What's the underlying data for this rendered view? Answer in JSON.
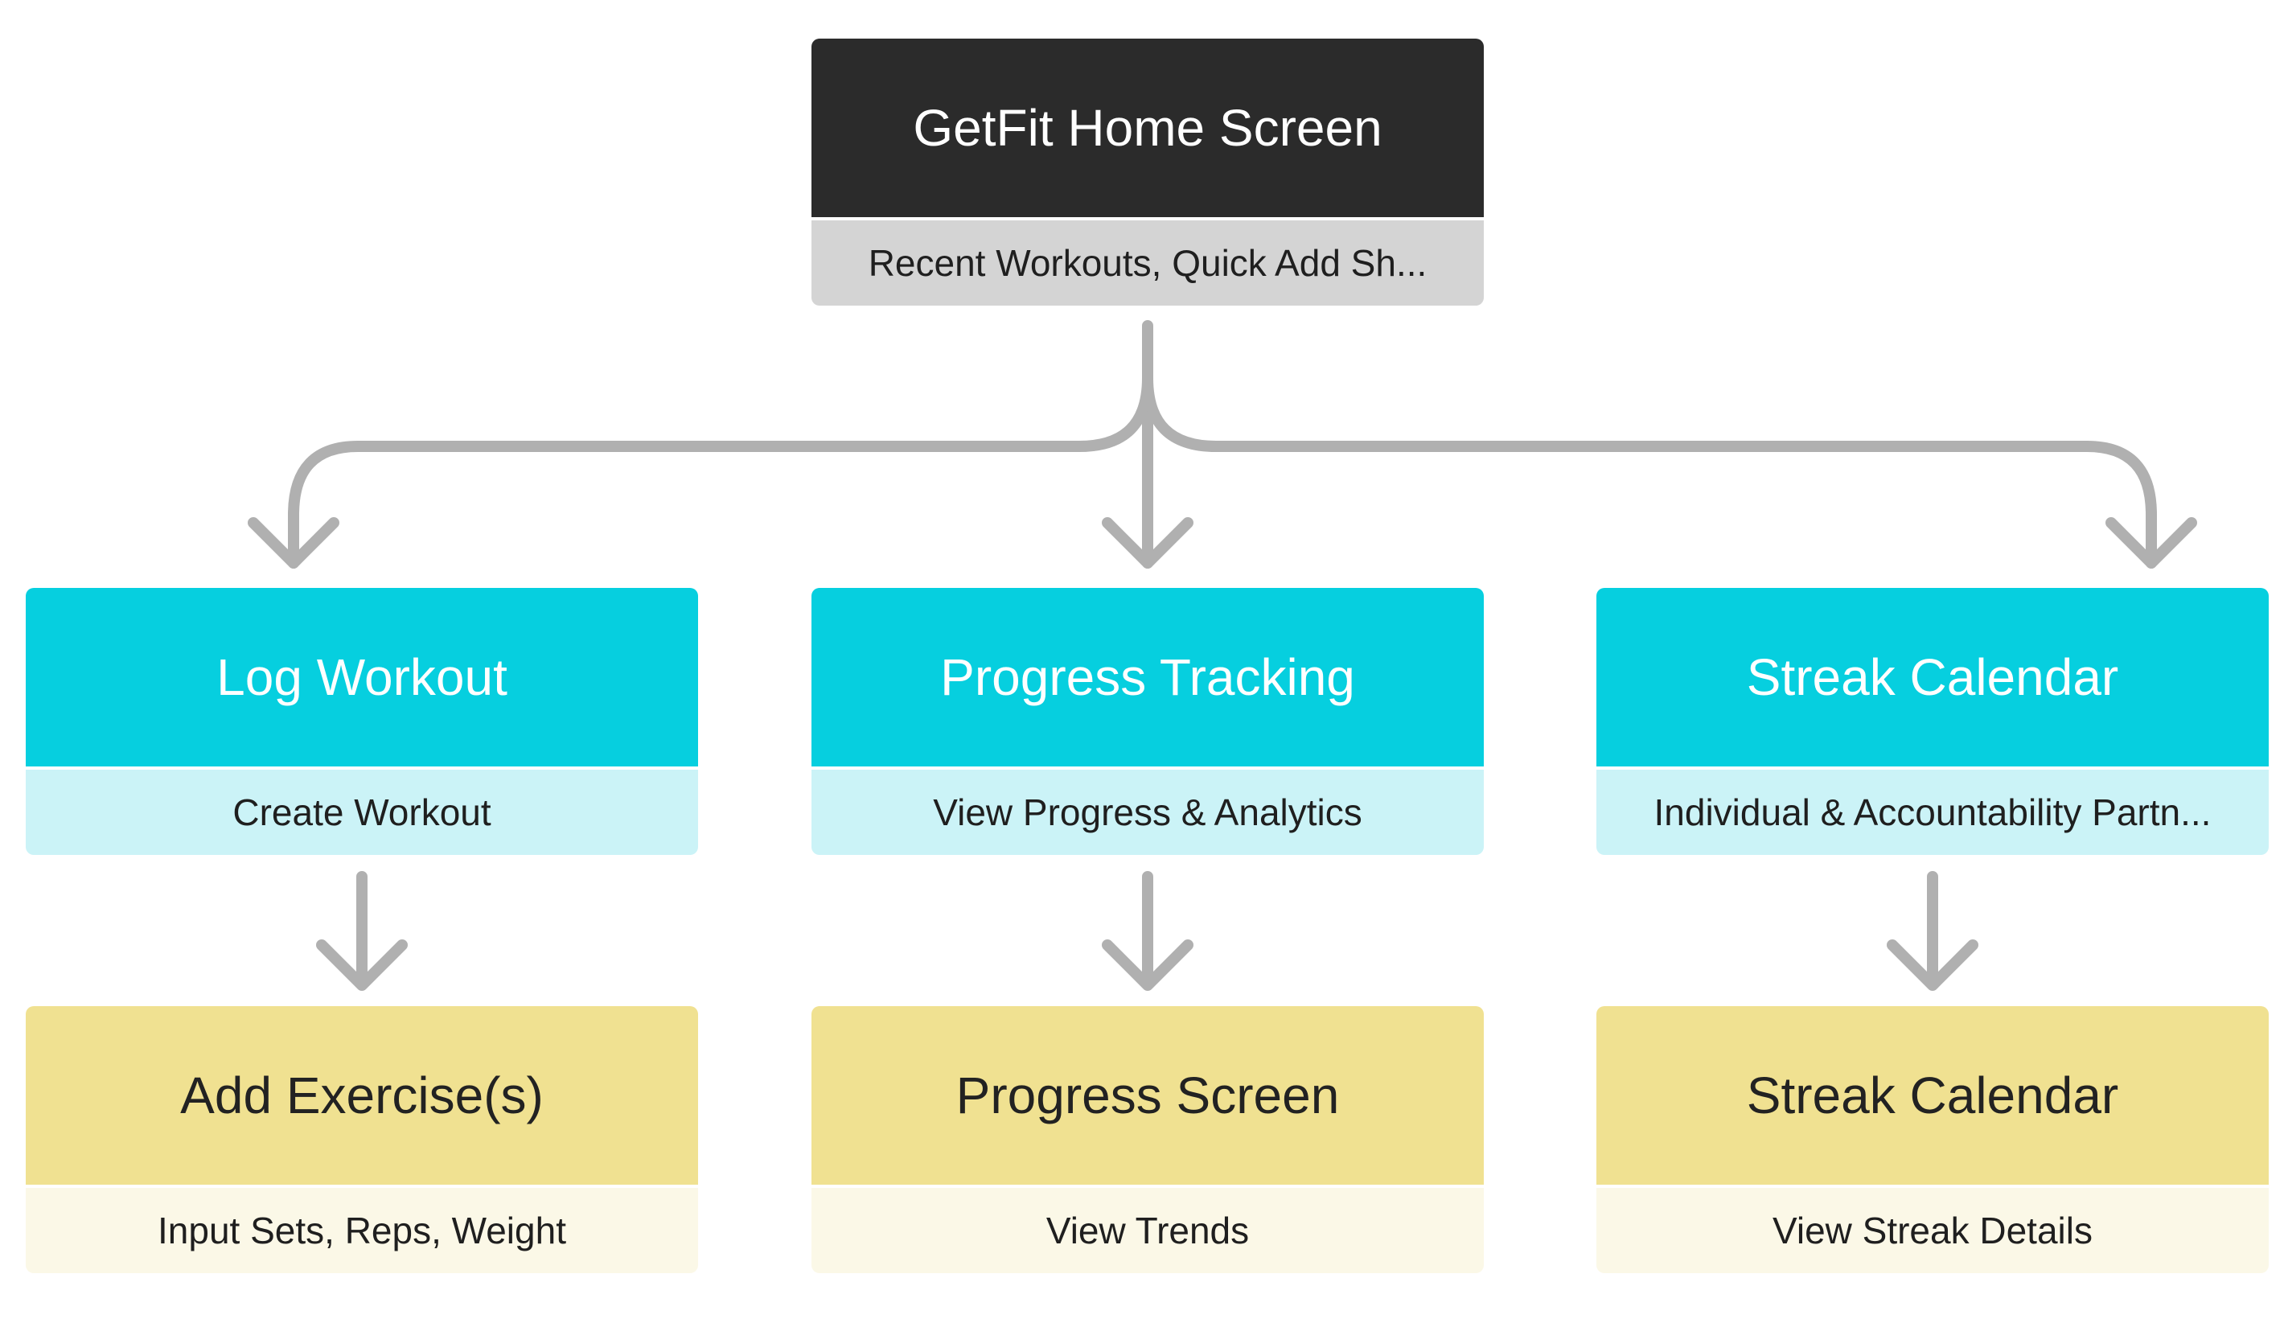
{
  "root": {
    "title": "GetFit Home Screen",
    "subtitle": "Recent Workouts, Quick Add Sh..."
  },
  "level1": [
    {
      "title": "Log Workout",
      "subtitle": "Create Workout"
    },
    {
      "title": "Progress Tracking",
      "subtitle": "View Progress & Analytics"
    },
    {
      "title": "Streak Calendar",
      "subtitle": "Individual & Accountability Partn..."
    }
  ],
  "level2": [
    {
      "title": "Add Exercise(s)",
      "subtitle": "Input Sets, Reps, Weight"
    },
    {
      "title": "Progress Screen",
      "subtitle": "View Trends"
    },
    {
      "title": "Streak Calendar",
      "subtitle": "View Streak Details"
    }
  ],
  "colors": {
    "root_header": "#2b2b2b",
    "root_sub": "#d4d4d4",
    "level1_header": "#06cfdf",
    "level1_sub": "#cbf3f7",
    "level2_header": "#f0e191",
    "level2_sub": "#fbf8e7",
    "connector": "#b0b0b0"
  }
}
